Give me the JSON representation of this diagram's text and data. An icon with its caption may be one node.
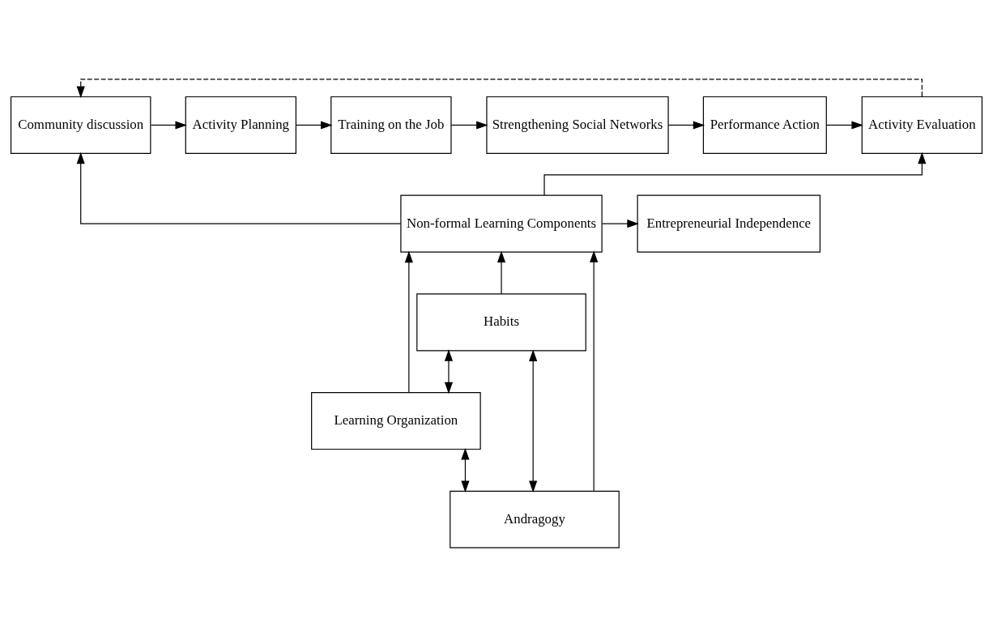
{
  "diagram": {
    "nodes": [
      {
        "text": [
          "Community discussion"
        ]
      },
      {
        "text": [
          "Activity Planning"
        ]
      },
      {
        "text": [
          "Training on the Job"
        ]
      },
      {
        "text": [
          "Strengthening Social Networks"
        ]
      },
      {
        "text": [
          "Performance Action"
        ]
      },
      {
        "text": [
          "Activity Evaluation"
        ]
      },
      {
        "text": [
          "Non-formal Learning Components"
        ]
      },
      {
        "text": [
          "Entrepreneurial Independence"
        ]
      },
      {
        "text": [
          "Habits"
        ]
      },
      {
        "text": [
          "Learning Organization"
        ]
      },
      {
        "text": [
          "Andragogy"
        ]
      }
    ],
    "edges": [
      {
        "from": 0,
        "to": 1,
        "arrow": "to"
      },
      {
        "from": 1,
        "to": 2,
        "arrow": "to"
      },
      {
        "from": 2,
        "to": 3,
        "arrow": "to"
      },
      {
        "from": 3,
        "to": 4,
        "arrow": "to"
      },
      {
        "from": 4,
        "to": 5,
        "arrow": "to"
      },
      {
        "from": 5,
        "to": 0,
        "arrow": "to",
        "style": "dashed"
      },
      {
        "from": 6,
        "to": 0,
        "arrow": "to"
      },
      {
        "from": 6,
        "to": 5,
        "arrow": "to"
      },
      {
        "from": 6,
        "to": 7,
        "arrow": "to"
      },
      {
        "from": 8,
        "to": 6,
        "arrow": "to"
      },
      {
        "from": 8,
        "to": 9,
        "arrow": "both"
      },
      {
        "from": 9,
        "to": 10,
        "arrow": "both"
      },
      {
        "from": 10,
        "to": 6,
        "arrow": "to"
      },
      {
        "from": 9,
        "to": 6,
        "arrow": "to"
      },
      {
        "from": 8,
        "to": 10,
        "arrow": "both"
      }
    ]
  }
}
